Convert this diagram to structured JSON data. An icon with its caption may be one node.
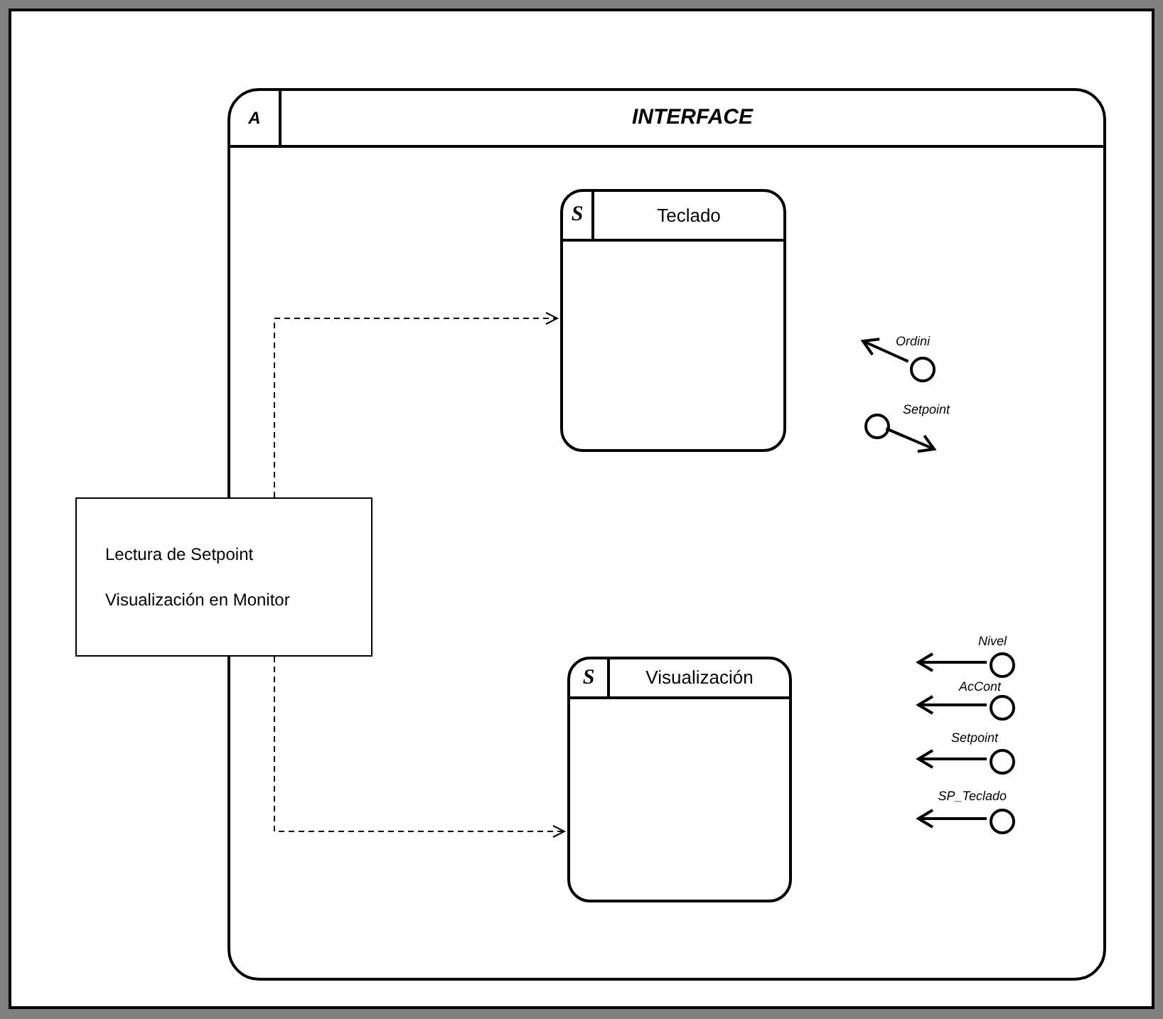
{
  "diagram": {
    "nodes": [
      {
        "text": [
          "A",
          "INTERFACE"
        ]
      },
      {
        "text": [
          "S",
          "Teclado"
        ],
        "in": 0
      },
      {
        "text": [
          "S",
          "Visualización"
        ],
        "in": 0
      },
      {
        "text": [
          "Lectura de Setpoint",
          "Visualización en Monitor"
        ]
      },
      {
        "text": [],
        "shape": "circle",
        "in": 0,
        "beside": [
          "Ordini"
        ]
      },
      {
        "text": [],
        "shape": "circle",
        "in": 0,
        "beside": [
          "Setpoint"
        ]
      },
      {
        "text": [],
        "shape": "circle",
        "in": 0,
        "beside": [
          "Nivel"
        ]
      },
      {
        "text": [],
        "shape": "circle",
        "in": 0,
        "beside": [
          "AcCont"
        ]
      },
      {
        "text": [],
        "shape": "circle",
        "in": 0,
        "beside": [
          "Setpoint"
        ]
      },
      {
        "text": [],
        "shape": "circle",
        "in": 0,
        "beside": [
          "SP_Teclado"
        ]
      }
    ],
    "edges": [
      {
        "from": 3,
        "to": 1,
        "arrow": "to",
        "style": "dashed"
      },
      {
        "from": 3,
        "to": 2,
        "arrow": "to",
        "style": "dashed"
      },
      {
        "from": 4,
        "to": null,
        "arrow": "to"
      },
      {
        "from": 5,
        "to": null,
        "arrow": "to"
      },
      {
        "from": 6,
        "to": null,
        "arrow": "to"
      },
      {
        "from": 7,
        "to": null,
        "arrow": "to"
      },
      {
        "from": 8,
        "to": null,
        "arrow": "to"
      },
      {
        "from": 9,
        "to": null,
        "arrow": "to"
      }
    ]
  }
}
